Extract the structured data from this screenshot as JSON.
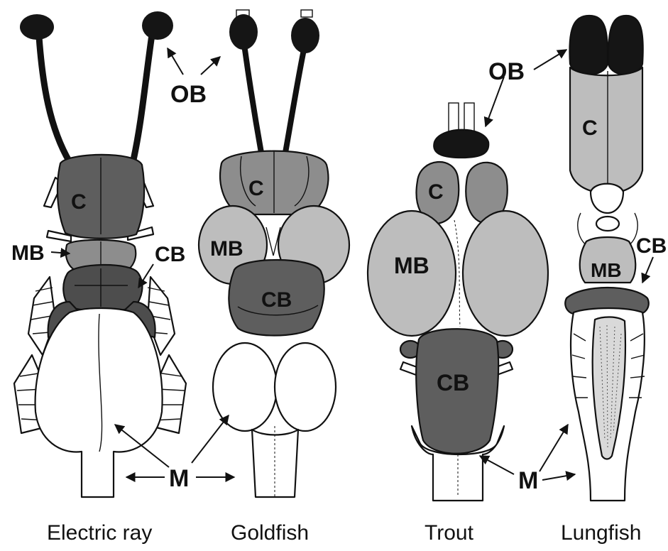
{
  "colors": {
    "dark": "#151515",
    "mid_dark": "#5e5e5e",
    "mid": "#8d8d8d",
    "light": "#bdbdbd",
    "white": "#ffffff",
    "ink": "#111111"
  },
  "labels": {
    "ob": "OB",
    "c": "C",
    "mb": "MB",
    "cb": "CB",
    "m": "M"
  },
  "captions": {
    "electric_ray": "Electric ray",
    "goldfish": "Goldfish",
    "trout": "Trout",
    "lungfish": "Lungfish"
  }
}
